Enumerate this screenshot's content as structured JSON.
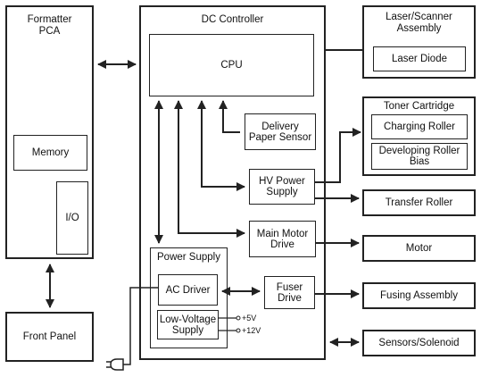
{
  "formatter": {
    "title_line1": "Formatter",
    "title_line2": "PCA",
    "memory": "Memory",
    "io": "I/O"
  },
  "front_panel": "Front Panel",
  "dc_controller": {
    "title": "DC Controller",
    "cpu": "CPU",
    "delivery_sensor_line1": "Delivery",
    "delivery_sensor_line2": "Paper Sensor",
    "hv_line1": "HV Power",
    "hv_line2": "Supply",
    "main_motor_line1": "Main Motor",
    "main_motor_line2": "Drive",
    "fuser_drive_line1": "Fuser",
    "fuser_drive_line2": "Drive",
    "power_supply": {
      "title": "Power Supply",
      "ac_driver": "AC Driver",
      "lv_line1": "Low-Voltage",
      "lv_line2": "Supply",
      "v5": "+5V",
      "v12": "+12V"
    }
  },
  "laser_scanner": {
    "title_line1": "Laser/Scanner",
    "title_line2": "Assembly",
    "laser_diode": "Laser Diode"
  },
  "toner_cartridge": {
    "title": "Toner Cartridge",
    "charging_roller": "Charging Roller",
    "developing_line1": "Developing Roller",
    "developing_line2": "Bias"
  },
  "transfer_roller": "Transfer Roller",
  "motor": "Motor",
  "fusing_assembly": "Fusing Assembly",
  "sensors_solenoid": "Sensors/Solenoid"
}
